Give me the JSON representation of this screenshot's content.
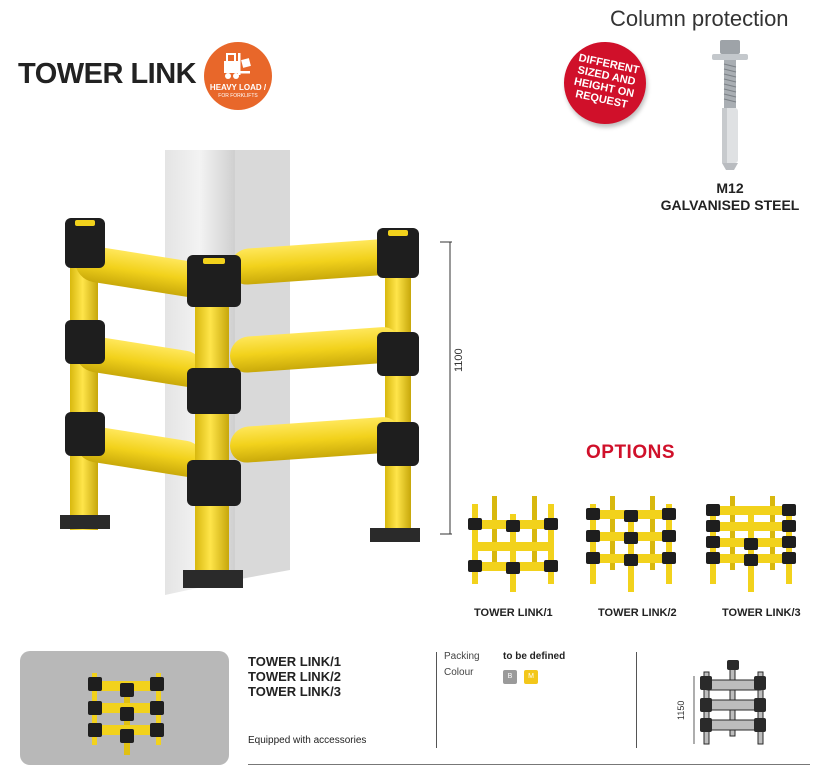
{
  "header": {
    "section_title": "Column protection",
    "product_title": "TOWER LINK",
    "heavy_badge": {
      "line1": "HEAVY LOAD /",
      "line2": "FOR FORKLIFTS",
      "color": "#e8672a",
      "icon": "forklift-icon"
    }
  },
  "request_badge": {
    "lines": [
      "DIFFERENT",
      "SIZED AND",
      "HEIGHT ON",
      "REQUEST"
    ],
    "color": "#d0102a"
  },
  "anchor_bolt": {
    "line1": "M12",
    "line2": "GALVANISED STEEL"
  },
  "main_dimension": "1100",
  "options": {
    "title": "OPTIONS",
    "items": [
      "TOWER LINK/1",
      "TOWER LINK/2",
      "TOWER LINK/3"
    ]
  },
  "footer": {
    "names": [
      "TOWER LINK/1",
      "TOWER LINK/2",
      "TOWER LINK/3"
    ],
    "accessories": "Equipped with accessories",
    "packing_label": "Packing",
    "packing_value": "to be defined",
    "colour_label": "Colour",
    "colour_swatches": [
      {
        "code": "B",
        "color": "#9a9a9a"
      },
      {
        "code": "M",
        "color": "#f3c71a"
      }
    ],
    "diagram_dimension": "1150"
  },
  "colors": {
    "barrier_yellow": "#f2d21c",
    "barrier_black": "#1e1e1e",
    "accent_red": "#d0102a"
  }
}
